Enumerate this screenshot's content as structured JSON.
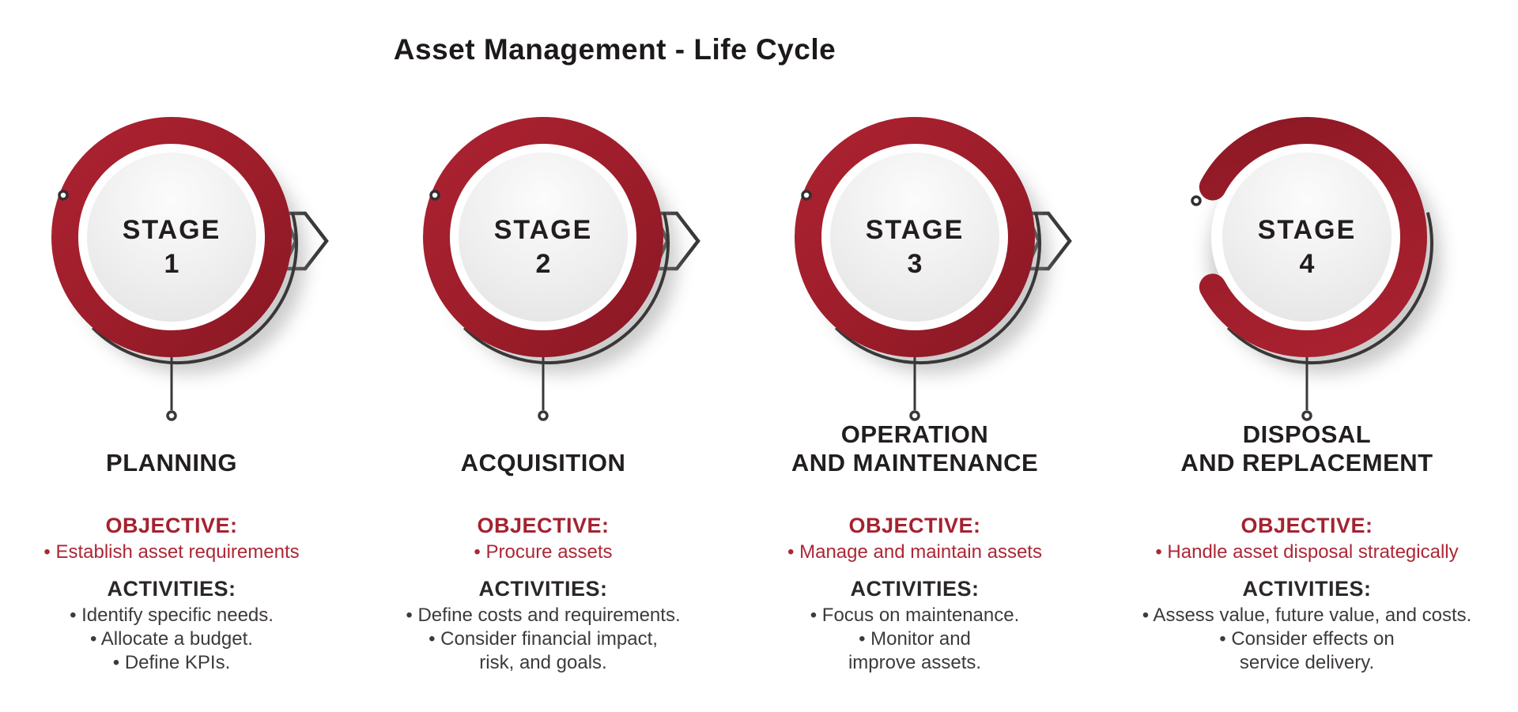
{
  "title": "Asset Management - Life Cycle",
  "colors": {
    "ring_red": "#A0202D",
    "heading_red": "#A42230",
    "body_red": "#AC2735",
    "dark_text": "#221E1F",
    "body_text": "#3E3A3B",
    "outline_gray": "#3A3737",
    "inner_circle_gray": "#ECEBEB",
    "background": "#FFFFFF"
  },
  "icons": {
    "arrow": "chevron-outline-arrow-right",
    "marker": "small-ring-dot",
    "connector": "stem-line-with-ring-end"
  },
  "stages": [
    {
      "badge_word": "STAGE",
      "badge_number": "1",
      "title_lines": [
        "PLANNING"
      ],
      "objective_heading": "OBJECTIVE:",
      "objective_items": [
        "• Establish asset requirements"
      ],
      "activities_heading": "ACTIVITIES:",
      "activity_lines": [
        "• Identify specific needs.",
        "• Allocate a budget.",
        "• Define KPIs."
      ]
    },
    {
      "badge_word": "STAGE",
      "badge_number": "2",
      "title_lines": [
        "ACQUISITION"
      ],
      "objective_heading": "OBJECTIVE:",
      "objective_items": [
        "• Procure assets"
      ],
      "activities_heading": "ACTIVITIES:",
      "activity_lines": [
        "• Define costs and requirements.",
        "• Consider financial impact,",
        "risk, and goals."
      ]
    },
    {
      "badge_word": "STAGE",
      "badge_number": "3",
      "title_lines": [
        "OPERATION",
        "AND MAINTENANCE"
      ],
      "objective_heading": "OBJECTIVE:",
      "objective_items": [
        "• Manage and maintain assets"
      ],
      "activities_heading": "ACTIVITIES:",
      "activity_lines": [
        "• Focus on maintenance.",
        "• Monitor and",
        "improve assets."
      ]
    },
    {
      "badge_word": "STAGE",
      "badge_number": "4",
      "title_lines": [
        "DISPOSAL",
        "AND REPLACEMENT"
      ],
      "objective_heading": "OBJECTIVE:",
      "objective_items": [
        "• Handle asset disposal strategically"
      ],
      "activities_heading": "ACTIVITIES:",
      "activity_lines": [
        "• Assess value, future value, and costs.",
        "• Consider effects on",
        "service delivery."
      ]
    }
  ]
}
